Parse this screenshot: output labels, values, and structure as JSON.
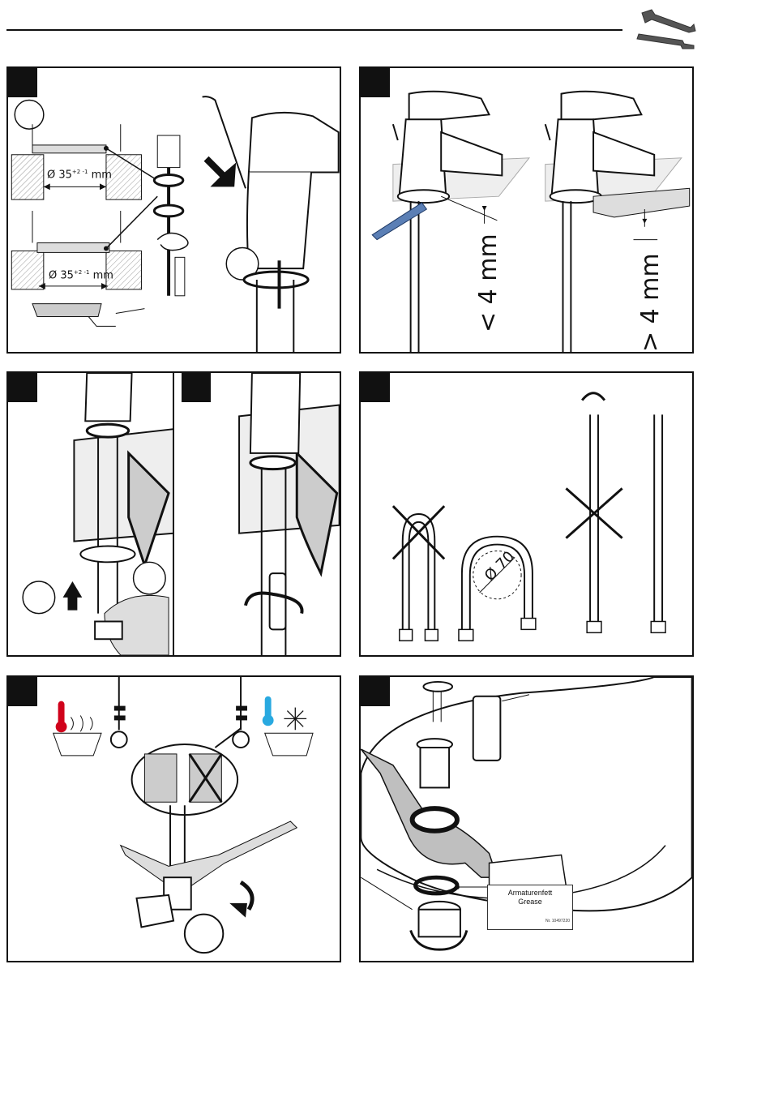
{
  "header": {
    "tool_icon": "wrench-screwdriver-icon"
  },
  "panels": {
    "p1": {
      "dim_top": "Ø 35",
      "dim_top_tol": "+2 -1",
      "dim_top_unit": "mm",
      "dim_bottom": "Ø 35",
      "dim_bottom_tol": "+2 -1",
      "dim_bottom_unit": "mm"
    },
    "p2": {
      "label_less": "< 4 mm",
      "label_more": "> 4 mm"
    },
    "p4": {
      "bend_label": "Ø 70"
    },
    "p6": {
      "grease_line1": "Armaturenfett",
      "grease_line2": "Grease",
      "grease_nr": "Nr. 10497220"
    }
  },
  "colors": {
    "line": "#111111",
    "hot": "#d0021b",
    "cold": "#29a9e0",
    "hose_band": "#5b7fb5",
    "hatch": "#999999",
    "grease_shade": "#bfbfbf"
  }
}
